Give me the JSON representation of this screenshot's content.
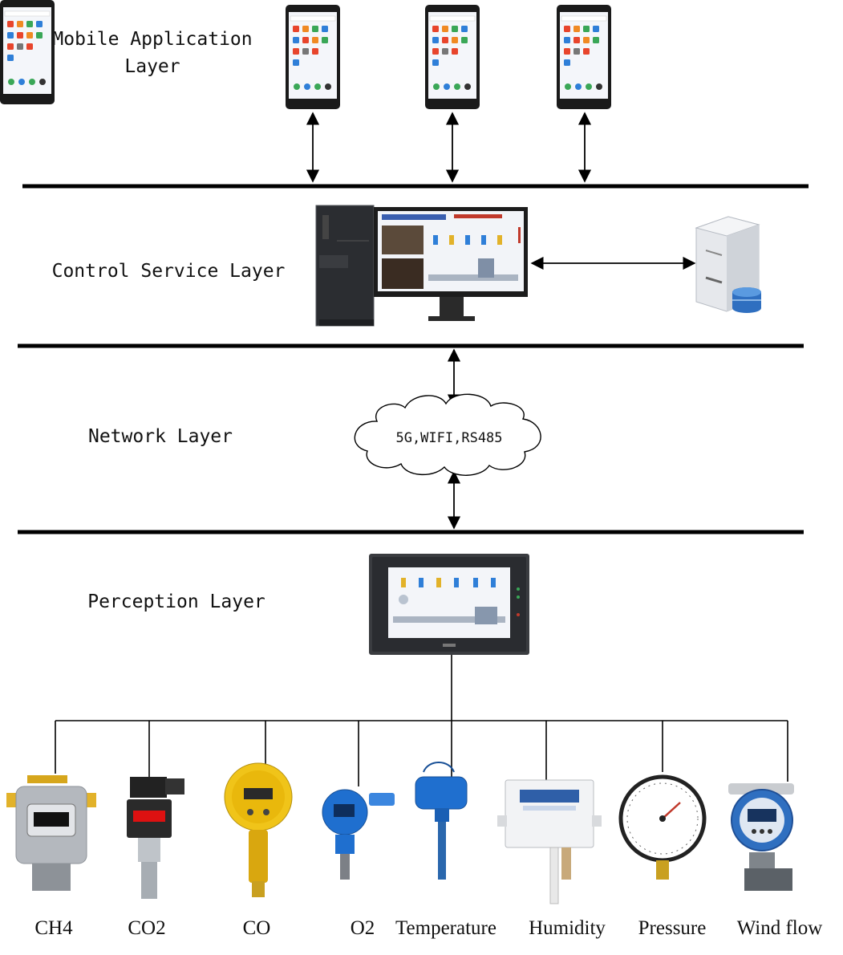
{
  "layers": {
    "mobile": "Mobile Application\nLayer",
    "control": "Control Service Layer",
    "network": "Network Layer",
    "perception": "Perception Layer"
  },
  "network_protocols": "5G,WIFI,RS485",
  "sensors": [
    "CH4",
    "CO2",
    "CO",
    "O2",
    "Temperature",
    "Humidity",
    "Pressure",
    "Wind flow"
  ],
  "icons": {
    "phones": "smartphone-icon",
    "pc": "desktop-tower-icon",
    "monitor": "monitor-icon",
    "server": "server-database-icon",
    "hmi": "touch-panel-icon",
    "cloud": "cloud-icon"
  },
  "colors": {
    "divider": "#000000",
    "sensor_blue": "#1f6fcf",
    "sensor_yellow": "#f0c419",
    "sensor_gray": "#9aa0a6"
  }
}
